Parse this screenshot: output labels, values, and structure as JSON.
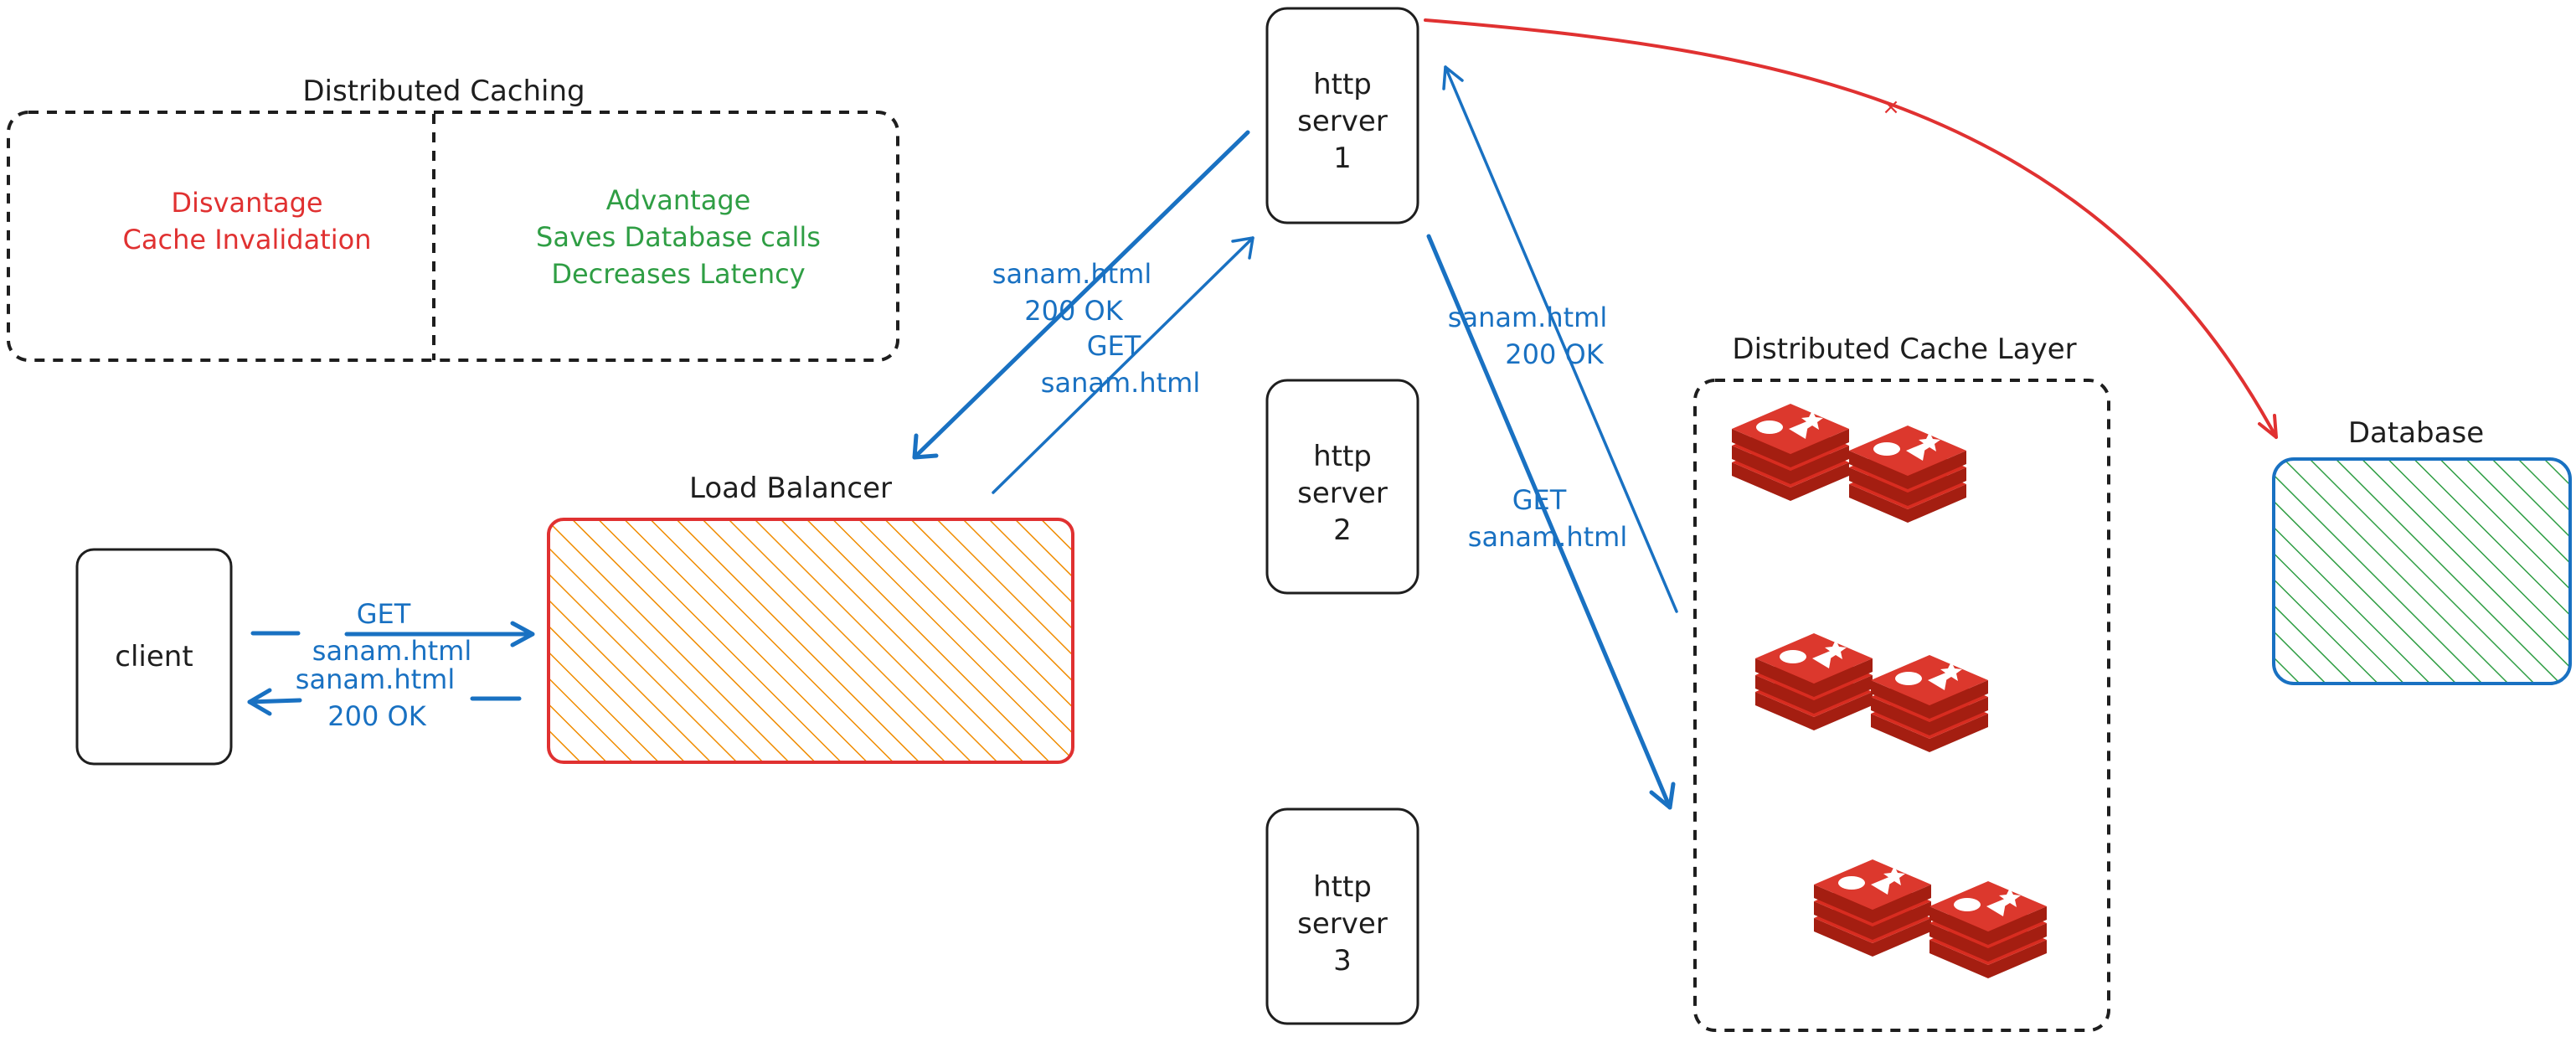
{
  "colors": {
    "ink": "#1e1e1e",
    "blue": "#1971c2",
    "red": "#e03131",
    "green": "#2f9e44",
    "orange": "#f08c00",
    "redis": "#d82c20"
  },
  "caching_box": {
    "title": "Distributed Caching",
    "disadvantage": {
      "line1": "Disvantage",
      "line2": "Cache Invalidation"
    },
    "advantage": {
      "line1": "Advantage",
      "line2": "Saves Database calls",
      "line3": "Decreases Latency"
    }
  },
  "client": {
    "label": "client"
  },
  "load_balancer": {
    "label": "Load Balancer"
  },
  "servers": [
    {
      "line1": "http",
      "line2": "server",
      "line3": "1"
    },
    {
      "line1": "http",
      "line2": "server",
      "line3": "2"
    },
    {
      "line1": "http",
      "line2": "server",
      "line3": "3"
    }
  ],
  "cache_layer": {
    "label": "Distributed Cache Layer",
    "icon": "redis-icon",
    "icon_count": 6
  },
  "database": {
    "label": "Database"
  },
  "edges": {
    "client_to_lb": {
      "line1": "GET",
      "line2": "sanam.html"
    },
    "lb_to_client": {
      "line1": "sanam.html",
      "line2": "200 OK"
    },
    "server1_to_lb": {
      "line1": "sanam.html",
      "line2": "200 OK"
    },
    "lb_to_server1": {
      "line1": "GET",
      "line2": "sanam.html"
    },
    "cache_to_server1": {
      "line1": "sanam.html",
      "line2": "200 OK"
    },
    "server1_to_cache": {
      "line1": "GET",
      "line2": "sanam.html"
    },
    "server1_to_db": {
      "marker": "×"
    }
  }
}
